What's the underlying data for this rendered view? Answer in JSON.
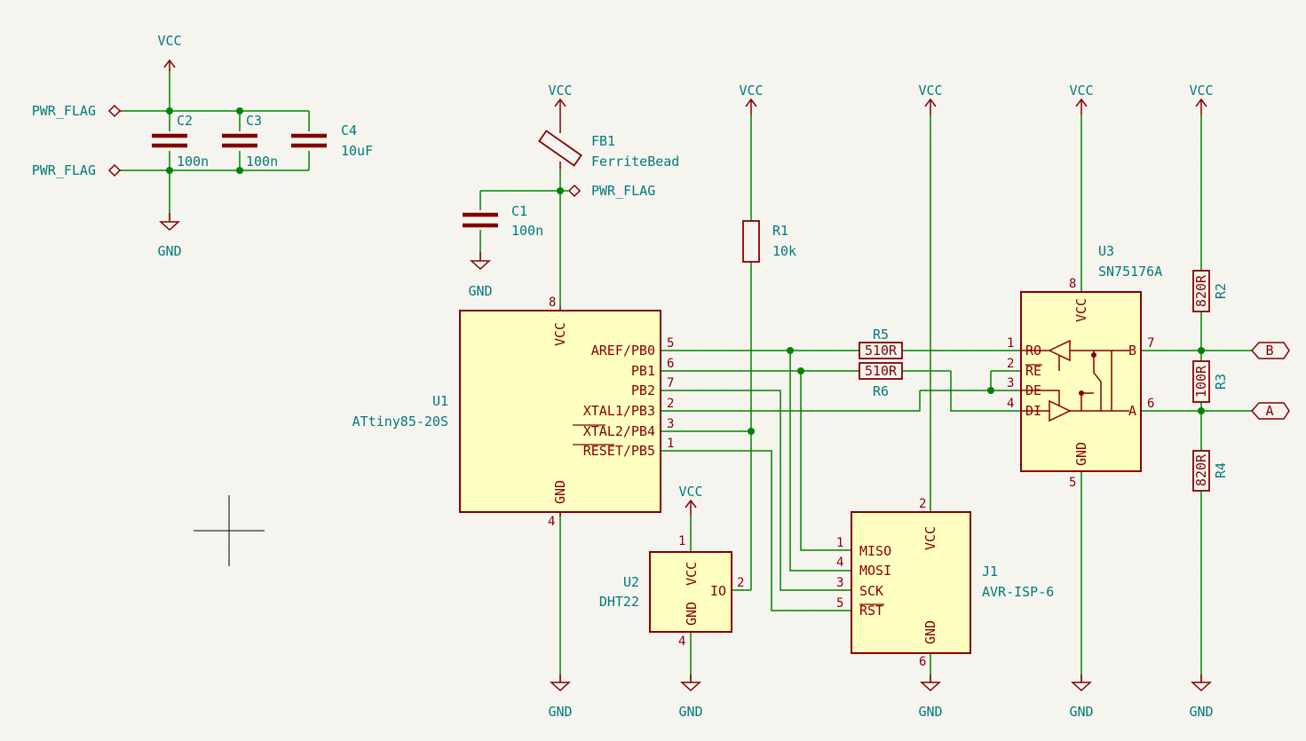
{
  "colors": {
    "background": "#f5f4ef",
    "grid_dot": "#d8d6cc",
    "wire": "#008400",
    "junction": "#008400",
    "symbol": "#840000",
    "body_fill": "#ffffc2",
    "text_teal": "#007a7a",
    "crosshair": "#000000"
  },
  "power": {
    "vcc": "VCC",
    "gnd": "GND",
    "pwr_flag": "PWR_FLAG"
  },
  "components": {
    "c1": {
      "ref": "C1",
      "value": "100n"
    },
    "c2": {
      "ref": "C2",
      "value": "100n"
    },
    "c3": {
      "ref": "C3",
      "value": "100n"
    },
    "c4": {
      "ref": "C4",
      "value": "10uF"
    },
    "fb1": {
      "ref": "FB1",
      "value": "FerriteBead"
    },
    "r1": {
      "ref": "R1",
      "value": "10k"
    },
    "r2": {
      "ref": "R2",
      "value": "820R"
    },
    "r3": {
      "ref": "R3",
      "value": "100R"
    },
    "r4": {
      "ref": "R4",
      "value": "820R"
    },
    "r5": {
      "ref": "R5",
      "value": "510R"
    },
    "r6": {
      "ref": "R6",
      "value": "510R"
    },
    "u1": {
      "ref": "U1",
      "value": "ATtiny85-20S",
      "pins": {
        "vcc": "VCC",
        "gnd": "GND",
        "pb0": "AREF/PB0",
        "pb1": "PB1",
        "pb2": "PB2",
        "pb3": "XTAL1/PB3",
        "pb4": "XTAL2/PB4",
        "pb5": "RESET/PB5"
      },
      "pin_numbers": {
        "vcc": "8",
        "gnd": "4",
        "pb0": "5",
        "pb1": "6",
        "pb2": "7",
        "pb3": "2",
        "pb4": "3",
        "pb5": "1"
      }
    },
    "u2": {
      "ref": "U2",
      "value": "DHT22",
      "pins": {
        "vcc": "VCC",
        "gnd": "GND",
        "io": "IO"
      },
      "pin_numbers": {
        "vcc": "1",
        "gnd": "4",
        "io": "2"
      }
    },
    "u3": {
      "ref": "U3",
      "value": "SN75176A",
      "pins": {
        "vcc": "VCC",
        "gnd": "GND",
        "ro": "RO",
        "re": "RE",
        "de": "DE",
        "di": "DI",
        "b": "B",
        "a": "A"
      },
      "pin_numbers": {
        "vcc": "8",
        "gnd": "5",
        "ro": "1",
        "re": "2",
        "de": "3",
        "di": "4",
        "b": "7",
        "a": "6"
      }
    },
    "j1": {
      "ref": "J1",
      "value": "AVR-ISP-6",
      "pins": {
        "miso": "MISO",
        "mosi": "MOSI",
        "sck": "SCK",
        "rst": "RST",
        "vcc": "VCC",
        "gnd": "GND"
      },
      "pin_numbers": {
        "miso": "1",
        "mosi": "4",
        "sck": "3",
        "rst": "5",
        "vcc": "2",
        "gnd": "6"
      }
    }
  },
  "net_labels": {
    "b": "B",
    "a": "A"
  }
}
